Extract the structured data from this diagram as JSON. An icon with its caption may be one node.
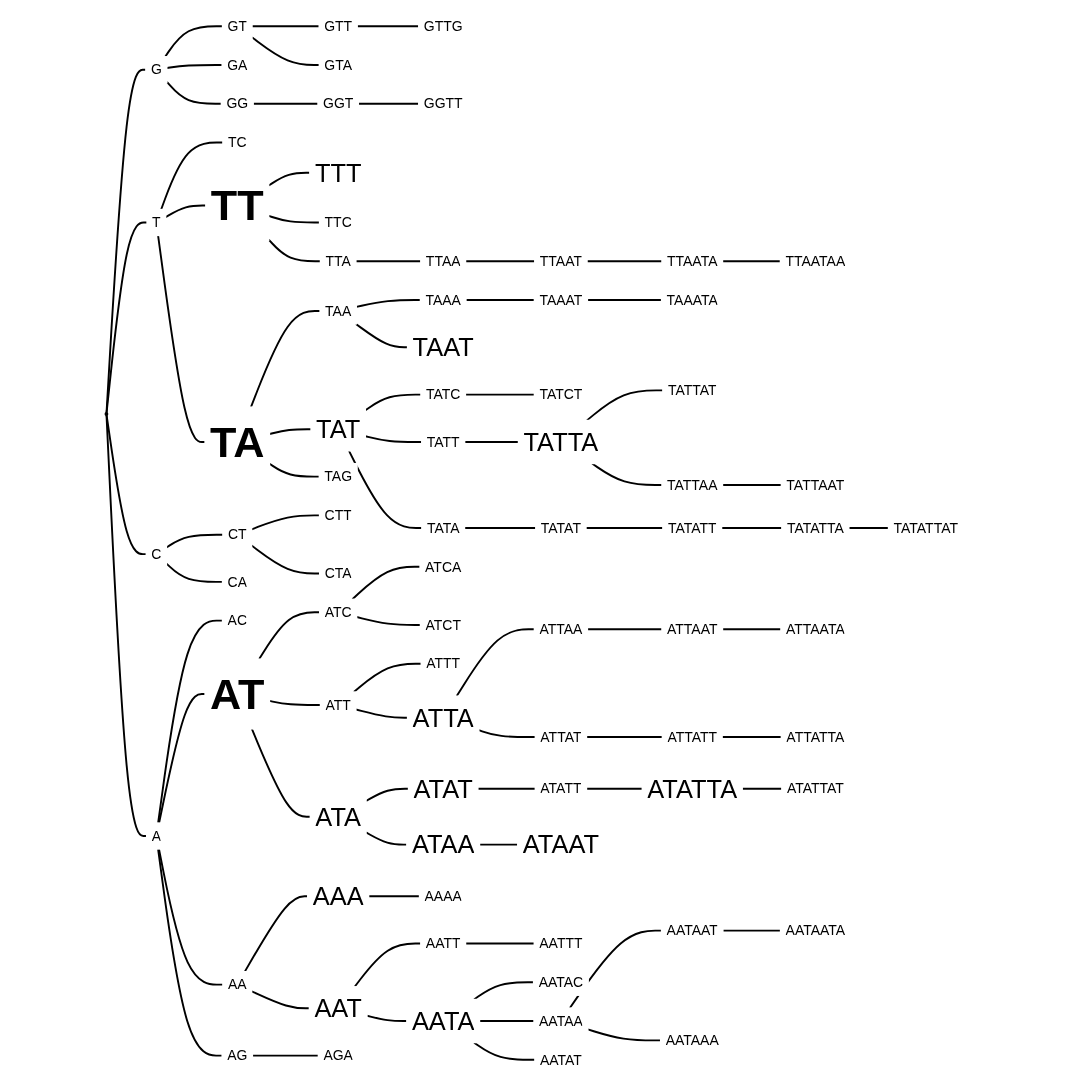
{
  "diagram": {
    "nodes": [
      {
        "text": [],
        "shape": "circle"
      },
      {
        "text": [
          "G"
        ]
      },
      {
        "text": [
          "GT"
        ]
      },
      {
        "text": [
          "GTT"
        ]
      },
      {
        "text": [
          "GTTG"
        ]
      },
      {
        "text": [
          "GTA"
        ]
      },
      {
        "text": [
          "GA"
        ]
      },
      {
        "text": [
          "GG"
        ]
      },
      {
        "text": [
          "GGT"
        ]
      },
      {
        "text": [
          "GGTT"
        ]
      },
      {
        "text": [
          "T"
        ]
      },
      {
        "text": [
          "TC"
        ]
      },
      {
        "text": [
          "TT"
        ]
      },
      {
        "text": [
          "TTT"
        ]
      },
      {
        "text": [
          "TTC"
        ]
      },
      {
        "text": [
          "TTA"
        ]
      },
      {
        "text": [
          "TTAA"
        ]
      },
      {
        "text": [
          "TTAAT"
        ]
      },
      {
        "text": [
          "TTAATA"
        ]
      },
      {
        "text": [
          "TTAATAA"
        ]
      },
      {
        "text": [
          "TA"
        ]
      },
      {
        "text": [
          "TAA"
        ]
      },
      {
        "text": [
          "TAAA"
        ]
      },
      {
        "text": [
          "TAAAT"
        ]
      },
      {
        "text": [
          "TAAATA"
        ]
      },
      {
        "text": [
          "TAAT"
        ]
      },
      {
        "text": [
          "TAT"
        ]
      },
      {
        "text": [
          "TATC"
        ]
      },
      {
        "text": [
          "TATCT"
        ]
      },
      {
        "text": [
          "TATT"
        ]
      },
      {
        "text": [
          "TATTA"
        ]
      },
      {
        "text": [
          "TATTAT"
        ]
      },
      {
        "text": [
          "TATTAA"
        ]
      },
      {
        "text": [
          "TATTAAT"
        ]
      },
      {
        "text": [
          "TATA"
        ]
      },
      {
        "text": [
          "TATAT"
        ]
      },
      {
        "text": [
          "TATATT"
        ]
      },
      {
        "text": [
          "TATATTA"
        ]
      },
      {
        "text": [
          "TATATTAT"
        ]
      },
      {
        "text": [
          "TAG"
        ]
      },
      {
        "text": [
          "C"
        ]
      },
      {
        "text": [
          "CT"
        ]
      },
      {
        "text": [
          "CTT"
        ]
      },
      {
        "text": [
          "CTA"
        ]
      },
      {
        "text": [
          "CA"
        ]
      },
      {
        "text": [
          "A"
        ]
      },
      {
        "text": [
          "AC"
        ]
      },
      {
        "text": [
          "AT"
        ]
      },
      {
        "text": [
          "ATC"
        ]
      },
      {
        "text": [
          "ATCA"
        ]
      },
      {
        "text": [
          "ATCT"
        ]
      },
      {
        "text": [
          "ATT"
        ]
      },
      {
        "text": [
          "ATTT"
        ]
      },
      {
        "text": [
          "ATTA"
        ]
      },
      {
        "text": [
          "ATTAA"
        ]
      },
      {
        "text": [
          "ATTAAT"
        ]
      },
      {
        "text": [
          "ATTAATA"
        ]
      },
      {
        "text": [
          "ATTAT"
        ]
      },
      {
        "text": [
          "ATTATT"
        ]
      },
      {
        "text": [
          "ATTATTA"
        ]
      },
      {
        "text": [
          "ATA"
        ]
      },
      {
        "text": [
          "ATAT"
        ]
      },
      {
        "text": [
          "ATATT"
        ]
      },
      {
        "text": [
          "ATATTA"
        ]
      },
      {
        "text": [
          "ATATTAT"
        ]
      },
      {
        "text": [
          "ATAA"
        ]
      },
      {
        "text": [
          "ATAAT"
        ]
      },
      {
        "text": [
          "AA"
        ]
      },
      {
        "text": [
          "AAA"
        ]
      },
      {
        "text": [
          "AAAA"
        ]
      },
      {
        "text": [
          "AAT"
        ]
      },
      {
        "text": [
          "AATT"
        ]
      },
      {
        "text": [
          "AATTT"
        ]
      },
      {
        "text": [
          "AATA"
        ]
      },
      {
        "text": [
          "AATAC"
        ]
      },
      {
        "text": [
          "AATAA"
        ]
      },
      {
        "text": [
          "AATAAT"
        ]
      },
      {
        "text": [
          "AATAATA"
        ]
      },
      {
        "text": [
          "AATAAA"
        ]
      },
      {
        "text": [
          "AATAT"
        ]
      },
      {
        "text": [
          "AG"
        ]
      },
      {
        "text": [
          "AGA"
        ]
      }
    ],
    "edges": [
      {
        "from": 0,
        "to": 1,
        "arrow": "none"
      },
      {
        "from": 1,
        "to": 2,
        "arrow": "none"
      },
      {
        "from": 2,
        "to": 3,
        "arrow": "none"
      },
      {
        "from": 3,
        "to": 4,
        "arrow": "none"
      },
      {
        "from": 2,
        "to": 5,
        "arrow": "none"
      },
      {
        "from": 1,
        "to": 6,
        "arrow": "none"
      },
      {
        "from": 1,
        "to": 7,
        "arrow": "none"
      },
      {
        "from": 7,
        "to": 8,
        "arrow": "none"
      },
      {
        "from": 8,
        "to": 9,
        "arrow": "none"
      },
      {
        "from": 0,
        "to": 10,
        "arrow": "none"
      },
      {
        "from": 10,
        "to": 11,
        "arrow": "none"
      },
      {
        "from": 10,
        "to": 12,
        "arrow": "none"
      },
      {
        "from": 12,
        "to": 13,
        "arrow": "none"
      },
      {
        "from": 12,
        "to": 14,
        "arrow": "none"
      },
      {
        "from": 12,
        "to": 15,
        "arrow": "none"
      },
      {
        "from": 15,
        "to": 16,
        "arrow": "none"
      },
      {
        "from": 16,
        "to": 17,
        "arrow": "none"
      },
      {
        "from": 17,
        "to": 18,
        "arrow": "none"
      },
      {
        "from": 18,
        "to": 19,
        "arrow": "none"
      },
      {
        "from": 10,
        "to": 20,
        "arrow": "none"
      },
      {
        "from": 20,
        "to": 21,
        "arrow": "none"
      },
      {
        "from": 21,
        "to": 22,
        "arrow": "none"
      },
      {
        "from": 22,
        "to": 23,
        "arrow": "none"
      },
      {
        "from": 23,
        "to": 24,
        "arrow": "none"
      },
      {
        "from": 21,
        "to": 25,
        "arrow": "none"
      },
      {
        "from": 20,
        "to": 26,
        "arrow": "none"
      },
      {
        "from": 26,
        "to": 27,
        "arrow": "none"
      },
      {
        "from": 27,
        "to": 28,
        "arrow": "none"
      },
      {
        "from": 26,
        "to": 29,
        "arrow": "none"
      },
      {
        "from": 29,
        "to": 30,
        "arrow": "none"
      },
      {
        "from": 30,
        "to": 31,
        "arrow": "none"
      },
      {
        "from": 30,
        "to": 32,
        "arrow": "none"
      },
      {
        "from": 32,
        "to": 33,
        "arrow": "none"
      },
      {
        "from": 26,
        "to": 34,
        "arrow": "none"
      },
      {
        "from": 34,
        "to": 35,
        "arrow": "none"
      },
      {
        "from": 35,
        "to": 36,
        "arrow": "none"
      },
      {
        "from": 36,
        "to": 37,
        "arrow": "none"
      },
      {
        "from": 37,
        "to": 38,
        "arrow": "none"
      },
      {
        "from": 20,
        "to": 39,
        "arrow": "none"
      },
      {
        "from": 0,
        "to": 40,
        "arrow": "none"
      },
      {
        "from": 40,
        "to": 41,
        "arrow": "none"
      },
      {
        "from": 41,
        "to": 42,
        "arrow": "none"
      },
      {
        "from": 41,
        "to": 43,
        "arrow": "none"
      },
      {
        "from": 40,
        "to": 44,
        "arrow": "none"
      },
      {
        "from": 0,
        "to": 45,
        "arrow": "none"
      },
      {
        "from": 45,
        "to": 46,
        "arrow": "none"
      },
      {
        "from": 45,
        "to": 47,
        "arrow": "none"
      },
      {
        "from": 47,
        "to": 48,
        "arrow": "none"
      },
      {
        "from": 48,
        "to": 49,
        "arrow": "none"
      },
      {
        "from": 48,
        "to": 50,
        "arrow": "none"
      },
      {
        "from": 47,
        "to": 51,
        "arrow": "none"
      },
      {
        "from": 51,
        "to": 52,
        "arrow": "none"
      },
      {
        "from": 51,
        "to": 53,
        "arrow": "none"
      },
      {
        "from": 53,
        "to": 54,
        "arrow": "none"
      },
      {
        "from": 54,
        "to": 55,
        "arrow": "none"
      },
      {
        "from": 55,
        "to": 56,
        "arrow": "none"
      },
      {
        "from": 53,
        "to": 57,
        "arrow": "none"
      },
      {
        "from": 57,
        "to": 58,
        "arrow": "none"
      },
      {
        "from": 58,
        "to": 59,
        "arrow": "none"
      },
      {
        "from": 47,
        "to": 60,
        "arrow": "none"
      },
      {
        "from": 60,
        "to": 61,
        "arrow": "none"
      },
      {
        "from": 61,
        "to": 62,
        "arrow": "none"
      },
      {
        "from": 62,
        "to": 63,
        "arrow": "none"
      },
      {
        "from": 63,
        "to": 64,
        "arrow": "none"
      },
      {
        "from": 60,
        "to": 65,
        "arrow": "none"
      },
      {
        "from": 65,
        "to": 66,
        "arrow": "none"
      },
      {
        "from": 45,
        "to": 67,
        "arrow": "none"
      },
      {
        "from": 67,
        "to": 68,
        "arrow": "none"
      },
      {
        "from": 68,
        "to": 69,
        "arrow": "none"
      },
      {
        "from": 67,
        "to": 70,
        "arrow": "none"
      },
      {
        "from": 70,
        "to": 71,
        "arrow": "none"
      },
      {
        "from": 71,
        "to": 72,
        "arrow": "none"
      },
      {
        "from": 70,
        "to": 73,
        "arrow": "none"
      },
      {
        "from": 73,
        "to": 74,
        "arrow": "none"
      },
      {
        "from": 73,
        "to": 75,
        "arrow": "none"
      },
      {
        "from": 75,
        "to": 76,
        "arrow": "none"
      },
      {
        "from": 76,
        "to": 77,
        "arrow": "none"
      },
      {
        "from": 75,
        "to": 78,
        "arrow": "none"
      },
      {
        "from": 73,
        "to": 79,
        "arrow": "none"
      },
      {
        "from": 45,
        "to": 80,
        "arrow": "none"
      },
      {
        "from": 80,
        "to": 81,
        "arrow": "none"
      }
    ]
  }
}
